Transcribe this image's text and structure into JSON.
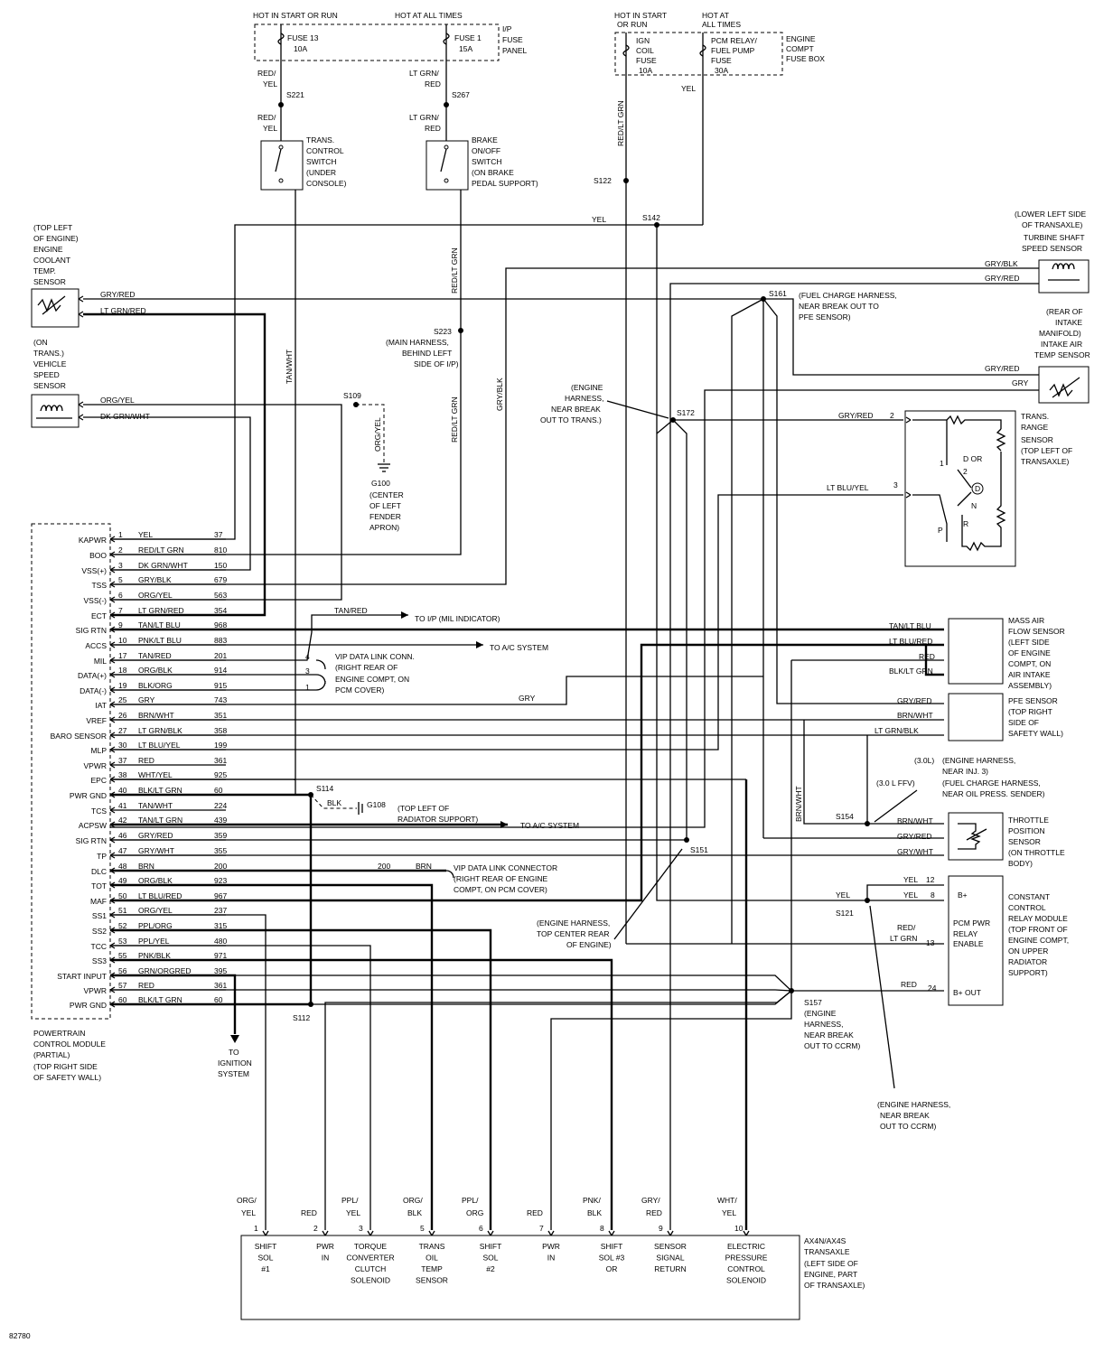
{
  "fuse_panel": {
    "hot_start_run": "HOT IN START OR RUN",
    "hot_all_times": "HOT AT ALL TIMES",
    "fuse13": "FUSE 13",
    "fuse13_amp": "10A",
    "fuse1": "FUSE 1",
    "fuse1_amp": "15A",
    "label": [
      "I/P",
      "FUSE",
      "PANEL"
    ]
  },
  "engine_fuse_box": {
    "hot_start_run": [
      "HOT IN START",
      "OR RUN"
    ],
    "hot_all_times": [
      "HOT AT",
      "ALL TIMES"
    ],
    "ign": [
      "IGN",
      "COIL",
      "FUSE",
      "10A"
    ],
    "pcm": [
      "PCM RELAY/",
      "FUEL PUMP",
      "FUSE",
      "30A"
    ],
    "label": [
      "ENGINE",
      "COMPT",
      "FUSE BOX"
    ]
  },
  "wires_top": {
    "red_yel": [
      "RED/",
      "YEL"
    ],
    "lt_grn_red": [
      "LT GRN/",
      "RED"
    ],
    "red_lt_grn": "RED/LT GRN",
    "yel": "YEL",
    "tan_wht": "TAN/WHT",
    "red_lt_grn_2": "RED/LT GRN",
    "red_lt_grn_3": "RED/LT GRN",
    "gry_blk": "GRY/BLK",
    "org_yel": "ORG/YEL"
  },
  "splices": {
    "s221": "S221",
    "s267": "S267",
    "s122": "S122",
    "s142": "S142",
    "s223": "S223",
    "s109": "S109",
    "s161": "S161",
    "s172": "S172",
    "s114": "S114",
    "s151": "S151",
    "s154": "S154",
    "s121": "S121",
    "s157": "S157",
    "s112": "S112",
    "g100": "G100",
    "g108": "G108"
  },
  "trans_control_switch": [
    "TRANS.",
    "CONTROL",
    "SWITCH",
    "(UNDER",
    "CONSOLE)"
  ],
  "brake_switch": [
    "BRAKE",
    "ON/OFF",
    "SWITCH",
    "(ON BRAKE",
    "PEDAL SUPPORT)"
  ],
  "ect_sensor": [
    "(TOP LEFT",
    "OF ENGINE)",
    "ENGINE",
    "COOLANT",
    "TEMP.",
    "SENSOR"
  ],
  "vss_sensor": [
    "(ON",
    "TRANS.)",
    "VEHICLE",
    "SPEED",
    "SENSOR"
  ],
  "g100_label": [
    "(CENTER",
    "OF LEFT",
    "FENDER",
    "APRON)"
  ],
  "s223_label": [
    "(MAIN HARNESS,",
    "BEHIND LEFT",
    "SIDE OF I/P)"
  ],
  "s161_label": [
    "(FUEL CHARGE HARNESS,",
    "NEAR BREAK OUT TO",
    "PFE SENSOR)"
  ],
  "s172_label": [
    "(ENGINE",
    "HARNESS,",
    "NEAR BREAK",
    "OUT TO TRANS.)"
  ],
  "turbine": [
    "(LOWER LEFT SIDE",
    "OF TRANSAXLE)",
    "TURBINE SHAFT",
    "SPEED SENSOR"
  ],
  "iat": [
    "(REAR OF",
    "INTAKE",
    "MANIFOLD)",
    "INTAKE AIR",
    "TEMP SENSOR"
  ],
  "trs": [
    "TRANS.",
    "RANGE",
    "SENSOR",
    "(TOP LEFT OF",
    "TRANSAXLE)"
  ],
  "trs_positions": {
    "d_or": "D OR",
    "two": "2",
    "one": "1",
    "d": "D",
    "n": "N",
    "r": "R",
    "p": "P",
    "pin2": "2",
    "pin3": "3"
  },
  "maf": [
    "MASS AIR",
    "FLOW SENSOR",
    "(LEFT SIDE",
    "OF ENGINE",
    "COMPT, ON",
    "AIR INTAKE",
    "ASSEMBLY)"
  ],
  "pfe": [
    "PFE SENSOR",
    "(TOP RIGHT",
    "SIDE OF",
    "SAFETY WALL)"
  ],
  "s154_label": {
    "a": "(3.0L)",
    "b": [
      "(ENGINE HARNESS,",
      "NEAR INJ. 3)",
      "(FUEL CHARGE HARNESS,",
      "NEAR OIL PRESS. SENDER)"
    ],
    "c": "(3.0 L FFV)"
  },
  "tps": [
    "THROTTLE",
    "POSITION",
    "SENSOR",
    "(ON THROTTLE",
    "BODY)"
  ],
  "ccrm": [
    "CONSTANT",
    "CONTROL",
    "RELAY MODULE",
    "(TOP FRONT OF",
    "ENGINE COMPT,",
    "ON UPPER",
    "RADIATOR",
    "SUPPORT)"
  ],
  "ccrm_pins": {
    "bplus": "B+",
    "enable": [
      "PCM PWR",
      "RELAY",
      "ENABLE"
    ],
    "bout": "B+ OUT",
    "p12": "12",
    "p8": "8",
    "p13": "13",
    "p24": "24"
  },
  "s157_label": [
    "(ENGINE",
    "HARNESS,",
    "NEAR BREAK",
    "OUT TO CCRM)"
  ],
  "ccrm_break": [
    "(ENGINE HARNESS,",
    "NEAR BREAK",
    "OUT TO CCRM)"
  ],
  "s151_label": [
    "(ENGINE HARNESS,",
    "TOP CENTER REAR",
    "OF ENGINE)"
  ],
  "g108_label": [
    "(TOP LEFT OF",
    "RADIATOR SUPPORT)"
  ],
  "vip1": [
    "VIP DATA LINK CONN.",
    "(RIGHT REAR OF",
    "ENGINE COMPT, ON",
    "PCM COVER)"
  ],
  "vip2": [
    "VIP DATA LINK CONNECTOR",
    "(RIGHT REAR OF ENGINE",
    "COMPT, ON PCM COVER)"
  ],
  "arrows": {
    "mil": "TO I/P (MIL INDICATOR)",
    "ac1": "TO A/C SYSTEM",
    "ac2": "TO A/C SYSTEM",
    "ign": [
      "TO",
      "IGNITION",
      "SYSTEM"
    ]
  },
  "pcm_label": [
    "POWERTRAIN",
    "CONTROL MODULE",
    "(PARTIAL)",
    "(TOP RIGHT SIDE",
    "OF SAFETY WALL)"
  ],
  "pcm_pins": [
    {
      "fn": "KAPWR",
      "pin": "1",
      "color": "YEL",
      "circ": "37"
    },
    {
      "fn": "BOO",
      "pin": "2",
      "color": "RED/LT GRN",
      "circ": "810"
    },
    {
      "fn": "VSS(+)",
      "pin": "3",
      "color": "DK GRN/WHT",
      "circ": "150"
    },
    {
      "fn": "TSS",
      "pin": "5",
      "color": "GRY/BLK",
      "circ": "679"
    },
    {
      "fn": "VSS(-)",
      "pin": "6",
      "color": "ORG/YEL",
      "circ": "563"
    },
    {
      "fn": "ECT",
      "pin": "7",
      "color": "LT GRN/RED",
      "circ": "354"
    },
    {
      "fn": "SIG RTN",
      "pin": "9",
      "color": "TAN/LT BLU",
      "circ": "968"
    },
    {
      "fn": "ACCS",
      "pin": "10",
      "color": "PNK/LT BLU",
      "circ": "883"
    },
    {
      "fn": "MIL",
      "pin": "17",
      "color": "TAN/RED",
      "circ": "201"
    },
    {
      "fn": "DATA(+)",
      "pin": "18",
      "color": "ORG/BLK",
      "circ": "914"
    },
    {
      "fn": "DATA(-)",
      "pin": "19",
      "color": "BLK/ORG",
      "circ": "915"
    },
    {
      "fn": "IAT",
      "pin": "25",
      "color": "GRY",
      "circ": "743"
    },
    {
      "fn": "VREF",
      "pin": "26",
      "color": "BRN/WHT",
      "circ": "351"
    },
    {
      "fn": "BARO SENSOR",
      "pin": "27",
      "color": "LT GRN/BLK",
      "circ": "358"
    },
    {
      "fn": "MLP",
      "pin": "30",
      "color": "LT BLU/YEL",
      "circ": "199"
    },
    {
      "fn": "VPWR",
      "pin": "37",
      "color": "RED",
      "circ": "361"
    },
    {
      "fn": "EPC",
      "pin": "38",
      "color": "WHT/YEL",
      "circ": "925"
    },
    {
      "fn": "PWR GND",
      "pin": "40",
      "color": "BLK/LT GRN",
      "circ": "60"
    },
    {
      "fn": "TCS",
      "pin": "41",
      "color": "TAN/WHT",
      "circ": "224"
    },
    {
      "fn": "ACPSW",
      "pin": "42",
      "color": "TAN/LT GRN",
      "circ": "439"
    },
    {
      "fn": "SIG RTN",
      "pin": "46",
      "color": "GRY/RED",
      "circ": "359"
    },
    {
      "fn": "TP",
      "pin": "47",
      "color": "GRY/WHT",
      "circ": "355"
    },
    {
      "fn": "DLC",
      "pin": "48",
      "color": "BRN",
      "circ": "200"
    },
    {
      "fn": "TOT",
      "pin": "49",
      "color": "ORG/BLK",
      "circ": "923"
    },
    {
      "fn": "MAF",
      "pin": "50",
      "color": "LT BLU/RED",
      "circ": "967"
    },
    {
      "fn": "SS1",
      "pin": "51",
      "color": "ORG/YEL",
      "circ": "237"
    },
    {
      "fn": "SS2",
      "pin": "52",
      "color": "PPL/ORG",
      "circ": "315"
    },
    {
      "fn": "TCC",
      "pin": "53",
      "color": "PPL/YEL",
      "circ": "480"
    },
    {
      "fn": "SS3",
      "pin": "55",
      "color": "PNK/BLK",
      "circ": "971"
    },
    {
      "fn": "START INPUT",
      "pin": "56",
      "color": "GRN/ORGRED",
      "circ": "395"
    },
    {
      "fn": "VPWR",
      "pin": "57",
      "color": "RED",
      "circ": "361"
    },
    {
      "fn": "PWR GND",
      "pin": "60",
      "color": "BLK/LT GRN",
      "circ": "60"
    }
  ],
  "right_wires": {
    "gry_blk": "GRY/BLK",
    "gry_red": "GRY/RED",
    "gry_red2": "GRY/RED",
    "gry": "GRY",
    "gry_red3": "GRY/RED",
    "lt_blu_yel": "LT BLU/YEL",
    "tan_red": "TAN/RED",
    "tan_lt_blu": "TAN/LT BLU",
    "lt_blu_red": "LT BLU/RED",
    "red": "RED",
    "blk_lt_grn": "BLK/LT GRN",
    "gry_mid": "GRY",
    "gry_red4": "GRY/RED",
    "brn_wht": "BRN/WHT",
    "lt_grn_blk": "LT GRN/BLK",
    "brn_wht2": "BRN/WHT",
    "gry_red5": "GRY/RED",
    "gry_wht": "GRY/WHT",
    "yel1": "YEL",
    "yel2": "YEL",
    "yel3": "YEL",
    "red_ltgrn": [
      "RED/",
      "LT GRN"
    ],
    "red2": "RED",
    "brn_wht_v": "BRN/WHT",
    "blk": "BLK",
    "brn": "BRN",
    "brn200": "200",
    "p4": "4",
    "p3": "3",
    "p1": "1"
  },
  "transaxle": {
    "label": [
      "AX4N/AX4S",
      "TRANSAXLE",
      "(LEFT SIDE OF",
      "ENGINE, PART",
      "OF TRANSAXLE)"
    ],
    "pins": [
      {
        "pin": "1",
        "c1": "ORG/",
        "c2": "YEL",
        "f": [
          "SHIFT",
          "SOL",
          "#1"
        ]
      },
      {
        "pin": "2",
        "c1": "",
        "c2": "RED",
        "f": [
          "PWR",
          "IN"
        ]
      },
      {
        "pin": "3",
        "c1": "PPL/",
        "c2": "YEL",
        "f": [
          "TORQUE",
          "CONVERTER",
          "CLUTCH",
          "SOLENOID"
        ]
      },
      {
        "pin": "5",
        "c1": "ORG/",
        "c2": "BLK",
        "f": [
          "TRANS",
          "OIL",
          "TEMP",
          "SENSOR"
        ]
      },
      {
        "pin": "6",
        "c1": "PPL/",
        "c2": "ORG",
        "f": [
          "SHIFT",
          "SOL",
          "#2"
        ]
      },
      {
        "pin": "7",
        "c1": "",
        "c2": "RED",
        "f": [
          "PWR",
          "IN"
        ]
      },
      {
        "pin": "8",
        "c1": "PNK/",
        "c2": "BLK",
        "f": [
          "SHIFT",
          "SOL #3",
          "OR"
        ]
      },
      {
        "pin": "9",
        "c1": "GRY/",
        "c2": "RED",
        "f": [
          "SENSOR",
          "SIGNAL",
          "RETURN"
        ]
      },
      {
        "pin": "10",
        "c1": "WHT/",
        "c2": "YEL",
        "f": [
          "ELECTRIC",
          "PRESSURE",
          "CONTROL",
          "SOLENOID"
        ]
      }
    ]
  },
  "figure_id": "82780"
}
